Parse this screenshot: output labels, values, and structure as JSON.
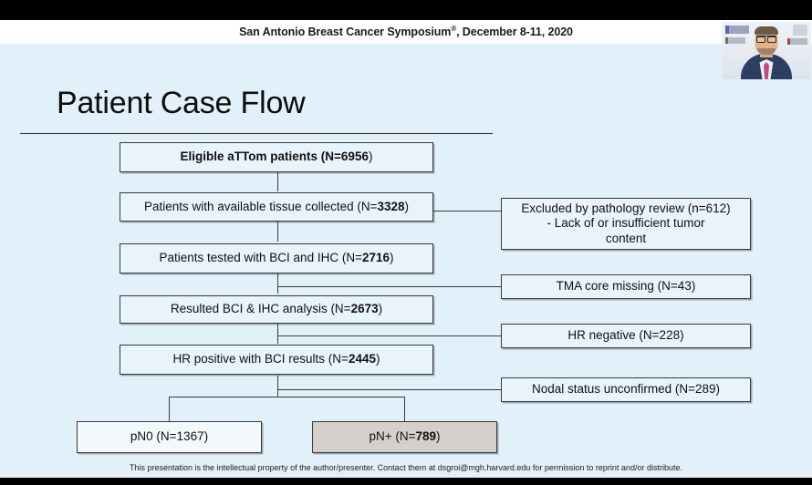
{
  "window": {
    "letterbox_color": "#000000",
    "slide_background": "#e2f0fa"
  },
  "header": {
    "title_prefix": "San Antonio Breast Cancer Symposium",
    "title_mark": "®",
    "title_suffix": ", December 8-11, 2020",
    "video_thumbnail_label": "presenter-video"
  },
  "slide": {
    "title": "Patient Case Flow"
  },
  "flow": {
    "main_boxes": [
      {
        "id": "eligible",
        "text_pre": "Eligible aTTom patients (N=6956",
        "text_bold": "",
        "text_post": ")",
        "bold_all": true,
        "shaded": false
      },
      {
        "id": "tissue",
        "text_pre": "Patients with available tissue collected (N=",
        "text_bold": "3328",
        "text_post": ")",
        "bold_all": false,
        "shaded": false
      },
      {
        "id": "tested",
        "text_pre": "Patients tested with BCI and IHC (N=",
        "text_bold": "2716",
        "text_post": ")",
        "bold_all": false,
        "shaded": false
      },
      {
        "id": "resulted",
        "text_pre": "Resulted BCI & IHC analysis (N=",
        "text_bold": "2673",
        "text_post": ")",
        "bold_all": false,
        "shaded": false
      },
      {
        "id": "hr-positive",
        "text_pre": "HR positive with BCI results (N=",
        "text_bold": "2445",
        "text_post": ")",
        "bold_all": false,
        "shaded": false
      }
    ],
    "exclusion_boxes": [
      {
        "id": "pathology-review",
        "line1": "Excluded by pathology review (n=612)",
        "line2": "- Lack of or insufficient tumor",
        "line3": "content"
      },
      {
        "id": "tma-core-missing",
        "line1": "TMA core missing (N=43)",
        "line2": "",
        "line3": ""
      },
      {
        "id": "hr-negative",
        "line1": "HR negative (N=228)",
        "line2": "",
        "line3": ""
      },
      {
        "id": "nodal-unconfirmed",
        "line1": "Nodal status unconfirmed (N=289)",
        "line2": "",
        "line3": ""
      }
    ],
    "outcome_boxes": [
      {
        "id": "pn0",
        "text_pre": "pN0 (N=1367",
        "text_bold": "",
        "text_post": ")",
        "shaded": false
      },
      {
        "id": "pnplus",
        "text_pre": "pN+ (N=",
        "text_bold": "789",
        "text_post": ")",
        "shaded": true
      }
    ]
  },
  "footer": {
    "text": "This presentation is the intellectual property of the author/presenter. Contact them at dsgroi@mgh.harvard.edu for permission to reprint and/or distribute."
  },
  "colors": {
    "box_fill": "#e8f3fb",
    "box_border": "#3a3a3a",
    "shaded_fill": "#d5cfcb",
    "slide_bg": "#e2f0fa",
    "header_bg": "#ffffff"
  }
}
